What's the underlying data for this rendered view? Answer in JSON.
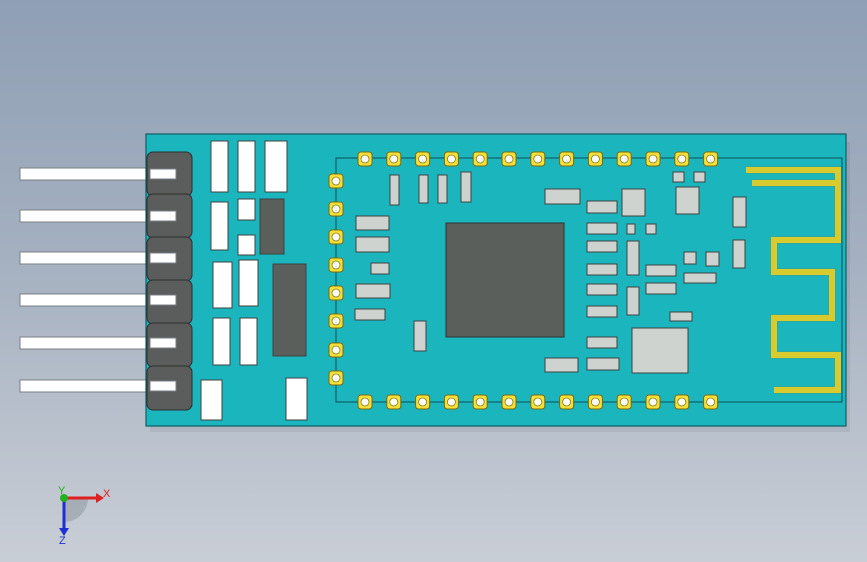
{
  "viewport": {
    "title": ""
  },
  "triad": {
    "x_label": "X",
    "y_label": "Y",
    "z_label": "Z"
  },
  "colors": {
    "board": "#1bb5be",
    "board_edge": "#0f5e64",
    "pin": "#ffffff",
    "header": "#5a5d5b",
    "component": "#cfd3d0",
    "chip": "#5b5f5c",
    "pad": "#f4e03a",
    "antenna": "#f2e63a",
    "axis_x": "#e02020",
    "axis_y": "#20b020",
    "axis_z": "#2030d0"
  }
}
